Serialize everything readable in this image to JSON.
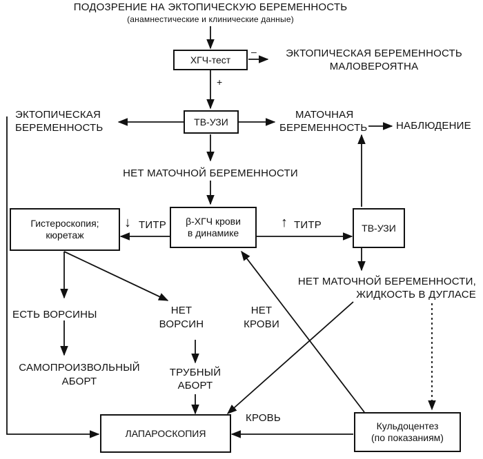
{
  "header": {
    "title": "ПОДОЗРЕНИЕ НА ЭКТОПИЧЕСКУЮ БЕРЕМЕННОСТЬ",
    "subtitle": "(анамнестические и клинические данные)"
  },
  "nodes": {
    "hcg_test": "ХГЧ-тест",
    "ectopic_unlikely_1": "ЭКТОПИЧЕСКАЯ БЕРЕМЕННОСТЬ",
    "ectopic_unlikely_2": "МАЛОВЕРОЯТНА",
    "tvus_1": "ТВ-УЗИ",
    "ectopic_1": "ЭКТОПИЧЕСКАЯ",
    "ectopic_2": "БЕРЕМЕННОСТЬ",
    "uterine_1": "МАТОЧНАЯ",
    "uterine_2": "БЕРЕМЕННОСТЬ",
    "observation": "НАБЛЮДЕНИЕ",
    "no_uterine": "НЕТ МАТОЧНОЙ БЕРЕМЕННОСТИ",
    "bhcg_1": "β-ХГЧ крови",
    "bhcg_2": "в динамике",
    "hysteroscopy_1": "Гистероскопия;",
    "hysteroscopy_2": "кюретаж",
    "titer_down": "ТИТР",
    "titer_up": "ТИТР",
    "tvus_2": "ТВ-УЗИ",
    "no_uterine_fluid_1": "НЕТ МАТОЧНОЙ БЕРЕМЕННОСТИ,",
    "no_uterine_fluid_2": "ЖИДКОСТЬ В ДУГЛАСЕ",
    "villi_yes": "ЕСТЬ ВОРСИНЫ",
    "villi_no_1": "НЕТ",
    "villi_no_2": "ВОРСИН",
    "no_blood_1": "НЕТ",
    "no_blood_2": "КРОВИ",
    "spont_abortion_1": "САМОПРОИЗВОЛЬНЫЙ",
    "spont_abortion_2": "АБОРТ",
    "tubal_abortion_1": "ТРУБНЫЙ",
    "tubal_abortion_2": "АБОРТ",
    "blood": "КРОВЬ",
    "laparoscopy": "ЛАПАРОСКОПИЯ",
    "culdocentesis_1": "Кульдоцентез",
    "culdocentesis_2": "(по показаниям)"
  },
  "edge_signs": {
    "negative": "–",
    "positive": "+",
    "arrow_down": "↓",
    "arrow_up": "↑"
  }
}
